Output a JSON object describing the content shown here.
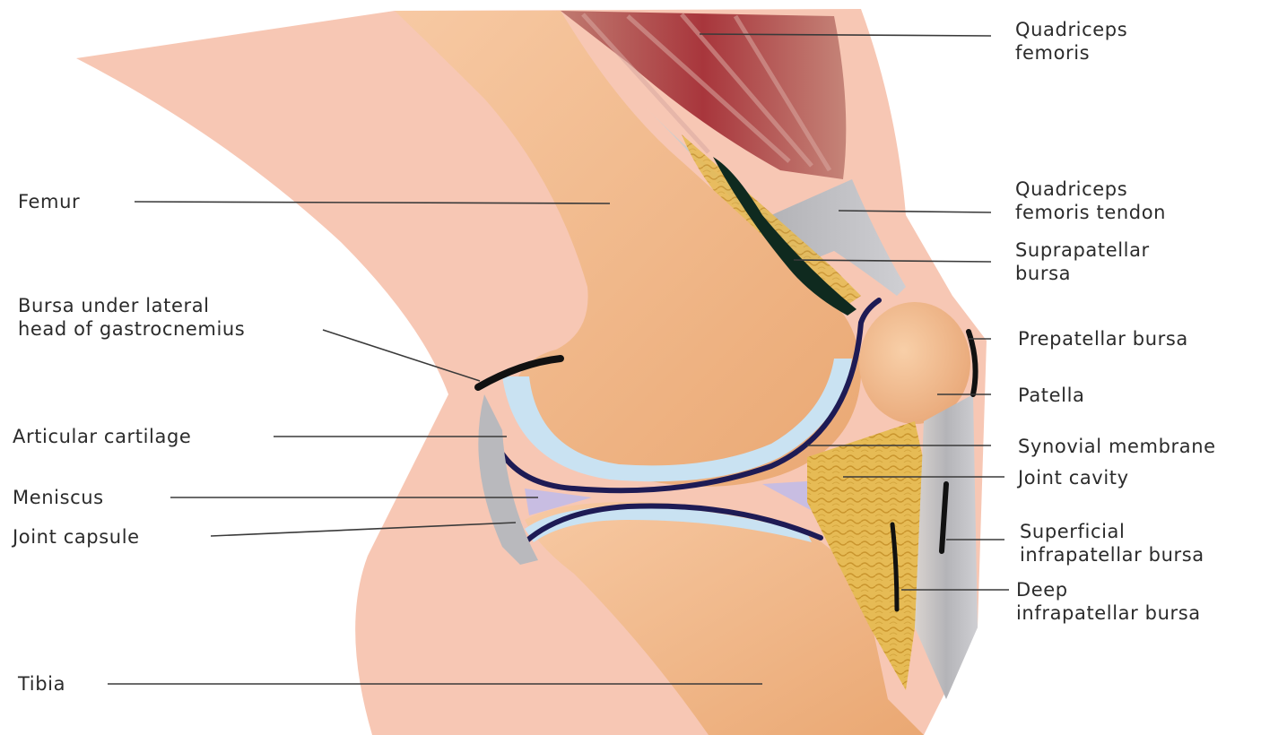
{
  "colors": {
    "skin": "#f7c7b4",
    "bone": "#f2b98f",
    "bone_shade": "#e7a676",
    "muscle": "#a63a3e",
    "tendon": "#bcbcc0",
    "cartilage": "#c9e2f2",
    "synovial": "#1e1b55",
    "fat": "#e2b64a",
    "meniscus": "#c8bde2",
    "bursa": "#141414",
    "leader": "#3a3a3a"
  },
  "labels": {
    "quadriceps_femoris": [
      "Quadriceps",
      "femoris"
    ],
    "quadriceps_femoris_tendon": [
      "Quadriceps",
      "femoris tendon"
    ],
    "suprapatellar_bursa": [
      "Suprapatellar",
      "bursa"
    ],
    "prepatellar_bursa": [
      "Prepatellar bursa"
    ],
    "patella": [
      "Patella"
    ],
    "synovial_membrane": [
      "Synovial membrane"
    ],
    "joint_cavity": [
      "Joint cavity"
    ],
    "superficial_infrapatellar_bursa": [
      "Superficial",
      "infrapatellar bursa"
    ],
    "deep_infrapatellar_bursa": [
      "Deep",
      "infrapatellar bursa"
    ],
    "femur": [
      "Femur"
    ],
    "bursa_gastrocnemius": [
      "Bursa under lateral",
      "head of gastrocnemius"
    ],
    "articular_cartilage": [
      "Articular cartilage"
    ],
    "meniscus": [
      "Meniscus"
    ],
    "joint_capsule": [
      "Joint capsule"
    ],
    "tibia": [
      "Tibia"
    ]
  }
}
